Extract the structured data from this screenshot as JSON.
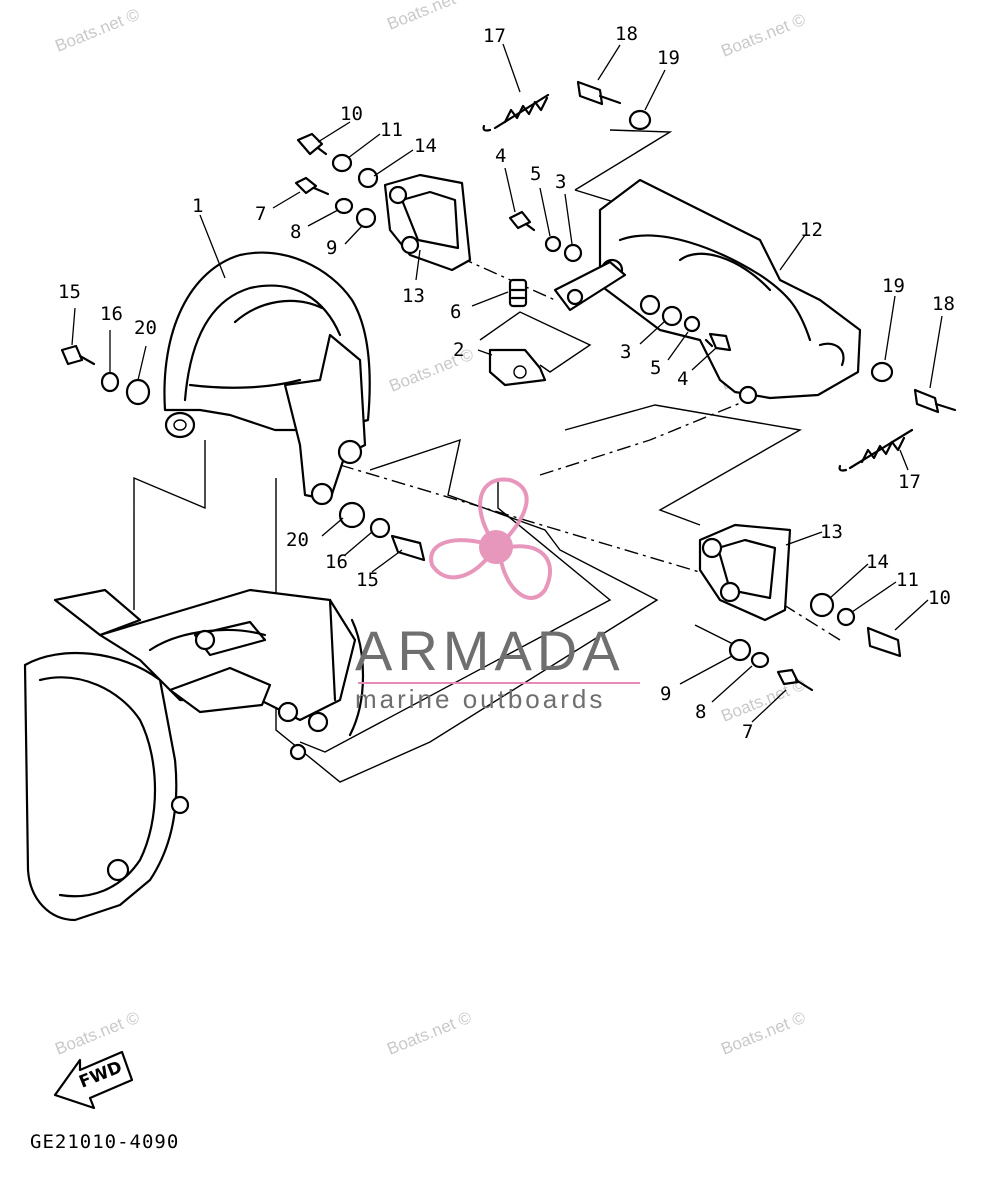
{
  "watermark_text": "Boats.net ©",
  "brand": {
    "name": "ARMADA",
    "tagline": "marine outboards",
    "colors": {
      "propeller": "#e58bb5",
      "text": "#6f6f6f"
    }
  },
  "callouts": {
    "c1": "1",
    "c2": "2",
    "c3a": "3",
    "c3b": "3",
    "c4a": "4",
    "c4b": "4",
    "c5a": "5",
    "c5b": "5",
    "c6": "6",
    "c7a": "7",
    "c7b": "7",
    "c8a": "8",
    "c8b": "8",
    "c9a": "9",
    "c9b": "9",
    "c10a": "10",
    "c10b": "10",
    "c11a": "11",
    "c11b": "11",
    "c12": "12",
    "c13a": "13",
    "c13b": "13",
    "c14a": "14",
    "c14b": "14",
    "c15a": "15",
    "c15b": "15",
    "c16a": "16",
    "c16b": "16",
    "c17a": "17",
    "c17b": "17",
    "c18a": "18",
    "c18b": "18",
    "c19a": "19",
    "c19b": "19",
    "c20a": "20",
    "c20b": "20"
  },
  "fwd_label": "FWD",
  "diagram_code": "GE21010-4090"
}
